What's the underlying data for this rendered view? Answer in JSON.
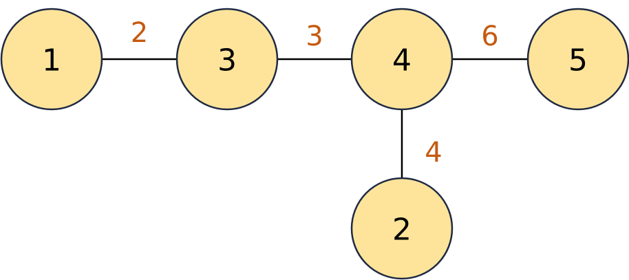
{
  "colors": {
    "node_fill": "#FDE49A",
    "node_stroke": "#1F2A44",
    "node_text": "#000000",
    "edge": "#000000",
    "weight_text": "#C55A11"
  },
  "nodes": [
    {
      "id": "1",
      "label": "1"
    },
    {
      "id": "3",
      "label": "3"
    },
    {
      "id": "4",
      "label": "4"
    },
    {
      "id": "5",
      "label": "5"
    },
    {
      "id": "2",
      "label": "2"
    }
  ],
  "edges": [
    {
      "from": "1",
      "to": "3",
      "weight": "2"
    },
    {
      "from": "3",
      "to": "4",
      "weight": "3"
    },
    {
      "from": "4",
      "to": "5",
      "weight": "6"
    },
    {
      "from": "4",
      "to": "2",
      "weight": "4"
    }
  ]
}
